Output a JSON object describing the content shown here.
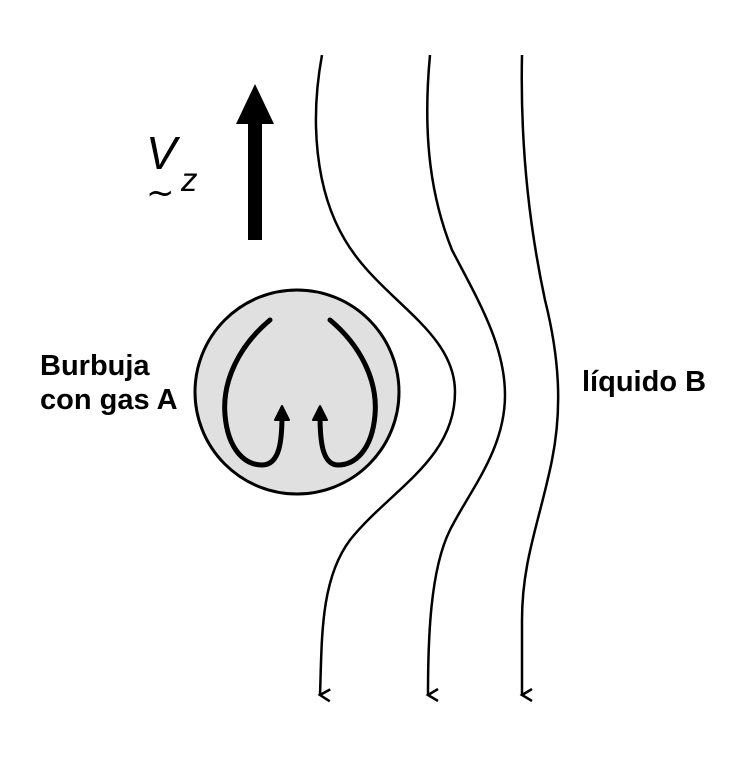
{
  "diagram": {
    "velocity_label": "V",
    "velocity_subscript": "z",
    "velocity_vector_mark": "~",
    "bubble_label_line1": "Burbuja",
    "bubble_label_line2": "con gas A",
    "liquid_label": "líquido B"
  },
  "colors": {
    "bubble_fill": "#e0e0e0",
    "stroke": "#000000",
    "background": "#ffffff"
  }
}
